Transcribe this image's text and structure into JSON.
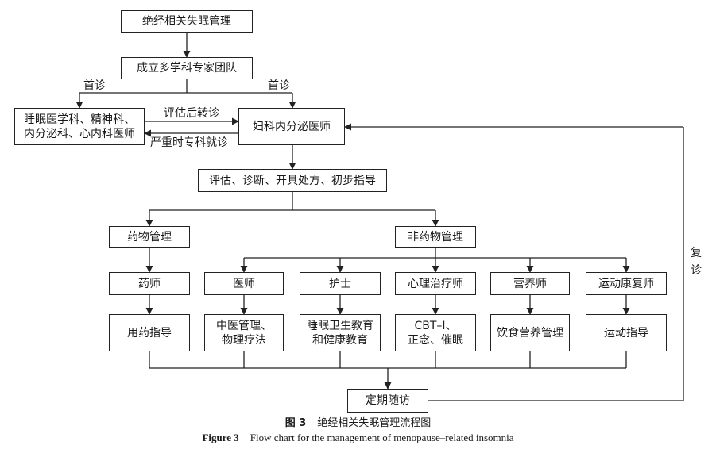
{
  "boxes": {
    "top": "绝经相关失眠管理",
    "team": "成立多学科专家团队",
    "specialists": "睡眠医学科、精神科、\n内分泌科、心内科医师",
    "gyn": "妇科内分泌医师",
    "assess": "评估、诊断、开具处方、初步指导",
    "drug_mgmt": "药物管理",
    "nondrug_mgmt": "非药物管理",
    "pharmacist": "药师",
    "doctor": "医师",
    "nurse": "护士",
    "psych": "心理治疗师",
    "dietitian": "营养师",
    "rehab": "运动康复师",
    "med_guide": "用药指导",
    "tcm": "中医管理、\n物理疗法",
    "sleep_edu": "睡眠卫生教育\n和健康教育",
    "cbt": "CBT–I、\n正念、催眠",
    "diet": "饮食营养管理",
    "exercise": "运动指导",
    "followup": "定期随访"
  },
  "labels": {
    "first_visit_left": "首诊",
    "first_visit_right": "首诊",
    "referral": "评估后转诊",
    "severe": "严重时专科就诊",
    "revisit": "复诊"
  },
  "caption": {
    "cn_num": "图 3",
    "cn_text": "绝经相关失眠管理流程图",
    "en_num": "Figure 3",
    "en_text": "Flow chart for the management of menopause–related insomnia"
  }
}
